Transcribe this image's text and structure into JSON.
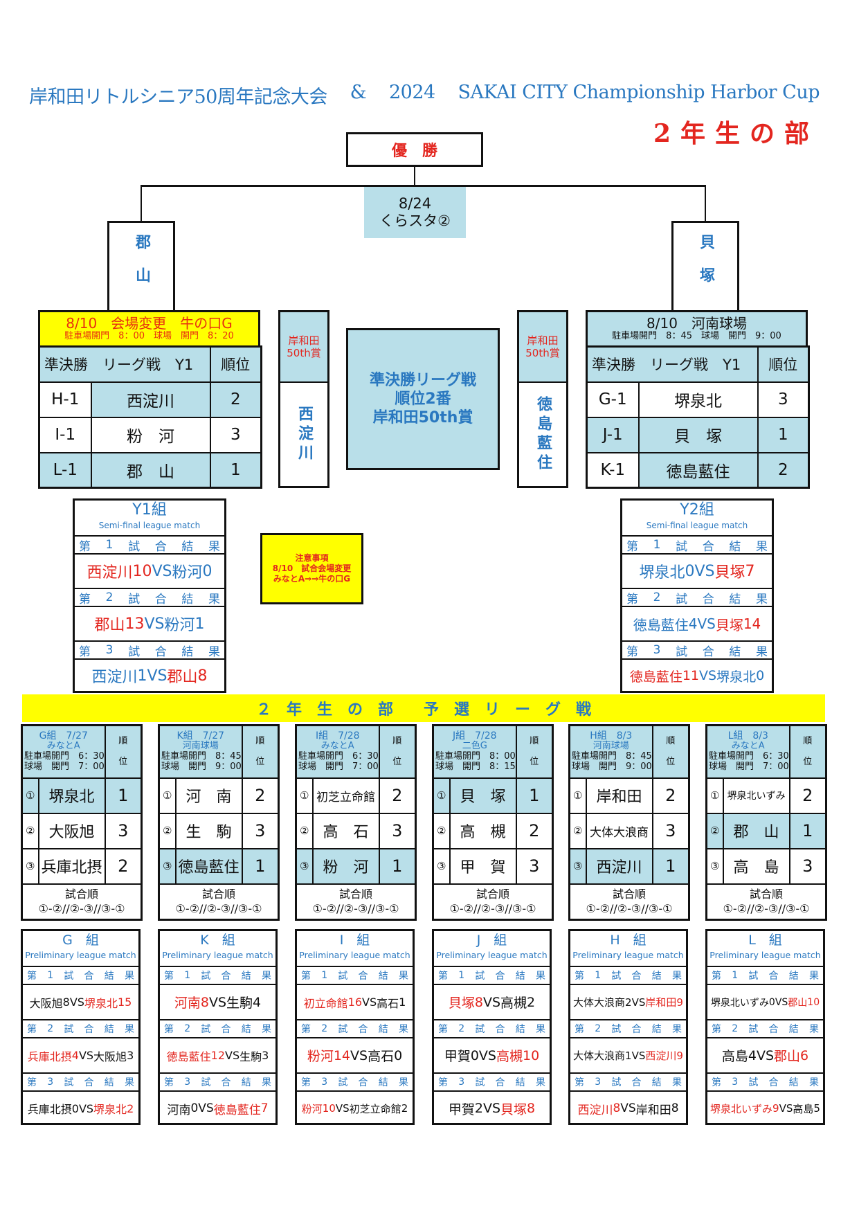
{
  "header": {
    "title_left": "岸和田リトルシニア50周年記念大会",
    "amp": "&",
    "year": "2024",
    "title_right": "SAKAI CITY Championship Harbor Cup",
    "division": "2年生の部"
  },
  "final": {
    "label": "優　勝",
    "date": "8/24",
    "venue": "くらスタ②",
    "left_finalist": "郡山",
    "right_finalist": "貝塚"
  },
  "colors": {
    "blue_text": "#2a78c0",
    "fill": "#b9dfe9",
    "win": "#e3261f",
    "notice": "#ffff00"
  },
  "semis": [
    {
      "venue": "8/10　会場変更　牛の口G",
      "times": "駐車場開門　8：00　球場　開門　8：20",
      "venue_changed": true,
      "head_label": "準決勝　リーグ戦　Y1",
      "rank_label": "順位",
      "rows": [
        {
          "code": "H-1",
          "team": "西淀川",
          "rank": "2",
          "highlight": "partial"
        },
        {
          "code": "I-1",
          "team": "粉　河",
          "rank": "3",
          "highlight": "none"
        },
        {
          "code": "L-1",
          "team": "郡　山",
          "rank": "1",
          "highlight": "full"
        }
      ],
      "award_label": "岸和田\n50th賞",
      "award_team": "西淀川"
    },
    {
      "venue": "8/10　河南球場",
      "times": "駐車場開門　8：45　球場　開門　9：00",
      "venue_changed": false,
      "head_label": "準決勝　リーグ戦　Y1",
      "rank_label": "順位",
      "rows": [
        {
          "code": "G-1",
          "team": "堺泉北",
          "rank": "3",
          "highlight": "none"
        },
        {
          "code": "J-1",
          "team": "貝　塚",
          "rank": "1",
          "highlight": "full"
        },
        {
          "code": "K-1",
          "team": "徳島藍住",
          "rank": "2",
          "highlight": "partial"
        }
      ],
      "award_label": "岸和田\n50th賞",
      "award_team": "徳島藍住"
    }
  ],
  "center_note": "準決勝リーグ戦\n順位2番\n岸和田50th賞",
  "notice": {
    "title": "注意事項",
    "line1": "8/10　試合会場変更",
    "line2": "みなとA⇒⇒牛の口G"
  },
  "semi_results": [
    {
      "title": "Y1組",
      "subtitle": "Semi-final league match",
      "games": [
        {
          "label": "第　1　試　合　結　果",
          "a": "西淀川",
          "as": "10",
          "b": "粉河",
          "bs": "0",
          "win": "a"
        },
        {
          "label": "第　2　試　合　結　果",
          "a": "郡山",
          "as": "13",
          "b": "粉河",
          "bs": "1",
          "win": "a"
        },
        {
          "label": "第　3　試　合　結　果",
          "a": "西淀川",
          "as": "1",
          "b": "郡山",
          "bs": "8",
          "win": "b"
        }
      ]
    },
    {
      "title": "Y2組",
      "subtitle": "Semi-final league match",
      "games": [
        {
          "label": "第　1　試　合　結　果",
          "a": "堺泉北",
          "as": "0",
          "b": "貝塚",
          "bs": "7",
          "win": "b"
        },
        {
          "label": "第　2　試　合　結　果",
          "a": "徳島藍住",
          "as": "4",
          "b": "貝塚",
          "bs": "14",
          "win": "b"
        },
        {
          "label": "第　3　試　合　結　果",
          "a": "徳島藍住",
          "as": "11",
          "b": "堺泉北",
          "bs": "0",
          "win": "a"
        }
      ]
    }
  ],
  "prelim_banner": "２　年　生　の　部　　予　選　リ　ー　グ　戦",
  "groups": [
    {
      "name": "G組",
      "date": "7/27",
      "venue": "みなとA",
      "parking": "駐車場開門　6：30",
      "gate": "球場　開門　7：00",
      "rank_head": [
        "順",
        "位"
      ],
      "teams": [
        {
          "no": "①",
          "name": "堺泉北",
          "rank": "1"
        },
        {
          "no": "②",
          "name": "大阪旭",
          "rank": "3"
        },
        {
          "no": "③",
          "name": "兵庫北摂",
          "rank": "2"
        }
      ],
      "order_label": "試合順",
      "order": "①-②//②-③//③-①",
      "res_title": "G　組",
      "res_sub": "Preliminary league match",
      "games": [
        {
          "label": "第　1　試　合　結　果",
          "a": "大阪旭",
          "as": "8",
          "b": "堺泉北",
          "bs": "15",
          "win": "b"
        },
        {
          "label": "第　2　試　合　結　果",
          "a": "兵庫北摂",
          "as": "4",
          "b": "大阪旭",
          "bs": "3",
          "win": "a"
        },
        {
          "label": "第　3　試　合　結　果",
          "a": "兵庫北摂",
          "as": "0",
          "b": "堺泉北",
          "bs": "2",
          "win": "b"
        }
      ]
    },
    {
      "name": "K組",
      "date": "7/27",
      "venue": "河南球場",
      "parking": "駐車場開門　8：45",
      "gate": "球場　開門　9：00",
      "rank_head": [
        "順",
        "位"
      ],
      "teams": [
        {
          "no": "①",
          "name": "河　南",
          "rank": "2"
        },
        {
          "no": "②",
          "name": "生　駒",
          "rank": "3"
        },
        {
          "no": "③",
          "name": "徳島藍住",
          "rank": "1"
        }
      ],
      "order_label": "試合順",
      "order": "①-②//②-③//③-①",
      "res_title": "K　組",
      "res_sub": "Preliminary league match",
      "games": [
        {
          "label": "第　1　試　合　結　果",
          "a": "河南",
          "as": "8",
          "b": "生駒",
          "bs": "4",
          "win": "a"
        },
        {
          "label": "第　2　試　合　結　果",
          "a": "徳島藍住",
          "as": "12",
          "b": "生駒",
          "bs": "3",
          "win": "a"
        },
        {
          "label": "第　3　試　合　結　果",
          "a": "河南",
          "as": "0",
          "b": "徳島藍住",
          "bs": "7",
          "win": "b"
        }
      ]
    },
    {
      "name": "I組",
      "date": "7/28",
      "venue": "みなとA",
      "parking": "駐車場開門　6：30",
      "gate": "球場　開門　7：00",
      "rank_head": [
        "順",
        "位"
      ],
      "teams": [
        {
          "no": "①",
          "name": "初芝立命館",
          "rank": "2"
        },
        {
          "no": "②",
          "name": "高　石",
          "rank": "3"
        },
        {
          "no": "③",
          "name": "粉　河",
          "rank": "1"
        }
      ],
      "order_label": "試合順",
      "order": "①-②//②-③//③-①",
      "res_title": "I　組",
      "res_sub": "Preliminary league match",
      "games": [
        {
          "label": "第　1　試　合　結　果",
          "a": "初立命館",
          "as": "16",
          "b": "高石",
          "bs": "1",
          "win": "a"
        },
        {
          "label": "第　2　試　合　結　果",
          "a": "粉河",
          "as": "14",
          "b": "高石",
          "bs": "0",
          "win": "a"
        },
        {
          "label": "第　3　試　合　結　果",
          "a": "粉河",
          "as": "10",
          "b": "初芝立命館",
          "bs": "2",
          "win": "a"
        }
      ]
    },
    {
      "name": "J組",
      "date": "7/28",
      "venue": "二色G",
      "parking": "駐車場開門　8：00",
      "gate": "球場　開門　8：15",
      "rank_head": [
        "順",
        "位"
      ],
      "teams": [
        {
          "no": "①",
          "name": "貝　塚",
          "rank": "1"
        },
        {
          "no": "②",
          "name": "高　槻",
          "rank": "2"
        },
        {
          "no": "③",
          "name": "甲　賀",
          "rank": "3"
        }
      ],
      "order_label": "試合順",
      "order": "①-②//②-③//③-①",
      "res_title": "J　組",
      "res_sub": "Preliminary league match",
      "games": [
        {
          "label": "第　1　試　合　結　果",
          "a": "貝塚",
          "as": "8",
          "b": "高槻",
          "bs": "2",
          "win": "a"
        },
        {
          "label": "第　2　試　合　結　果",
          "a": "甲賀",
          "as": "0",
          "b": "高槻",
          "bs": "10",
          "win": "b"
        },
        {
          "label": "第　3　試　合　結　果",
          "a": "甲賀",
          "as": "2",
          "b": "貝塚",
          "bs": "8",
          "win": "b"
        }
      ]
    },
    {
      "name": "H組",
      "date": "8/3",
      "venue": "河南球場",
      "parking": "駐車場開門　8：45",
      "gate": "球場　開門　9：00",
      "rank_head": [
        "順",
        "位"
      ],
      "teams": [
        {
          "no": "①",
          "name": "岸和田",
          "rank": "2"
        },
        {
          "no": "②",
          "name": "大体大浪商",
          "rank": "3"
        },
        {
          "no": "③",
          "name": "西淀川",
          "rank": "1"
        }
      ],
      "order_label": "試合順",
      "order": "①-②//②-③//③-①",
      "res_title": "H　組",
      "res_sub": "Preliminary league match",
      "games": [
        {
          "label": "第　1　試　合　結　果",
          "a": "大体大浪商",
          "as": "2",
          "b": "岸和田",
          "bs": "9",
          "win": "b"
        },
        {
          "label": "第　2　試　合　結　果",
          "a": "大体大浪商",
          "as": "1",
          "b": "西淀川",
          "bs": "9",
          "win": "b"
        },
        {
          "label": "第　3　試　合　結　果",
          "a": "西淀川",
          "as": "8",
          "b": "岸和田",
          "bs": "8",
          "win": "a",
          "tight": true
        }
      ]
    },
    {
      "name": "L組",
      "date": "8/3",
      "venue": "みなとA",
      "parking": "駐車場開門　6：30",
      "gate": "球場　開門　7：00",
      "rank_head": [
        "順",
        "位"
      ],
      "teams": [
        {
          "no": "①",
          "name": "堺泉北いずみ",
          "rank": "2"
        },
        {
          "no": "②",
          "name": "郡　山",
          "rank": "1"
        },
        {
          "no": "③",
          "name": "高　島",
          "rank": "3"
        }
      ],
      "order_label": "試合順",
      "order": "①-②//②-③//③-①",
      "res_title": "L　組",
      "res_sub": "Preliminary league match",
      "games": [
        {
          "label": "第　1　試　合　結　果",
          "a": "堺泉北いずみ",
          "as": "0",
          "b": "郡山",
          "bs": "10",
          "win": "b"
        },
        {
          "label": "第　2　試　合　結　果",
          "a": "高島",
          "as": "4",
          "b": "郡山",
          "bs": "6",
          "win": "b"
        },
        {
          "label": "第　3　試　合　結　果",
          "a": "堺泉北いずみ",
          "as": "9",
          "b": "高島",
          "bs": "5",
          "win": "a"
        }
      ]
    }
  ]
}
